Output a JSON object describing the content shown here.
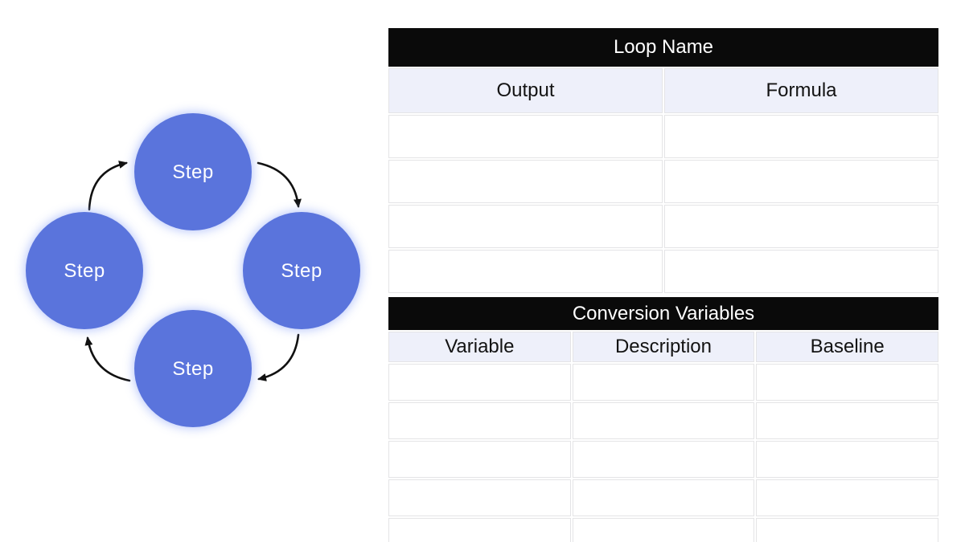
{
  "page": {
    "background": "#ffffff"
  },
  "diagram": {
    "steps": [
      "Step",
      "Step",
      "Step",
      "Step"
    ],
    "node_color": "#5a74dc",
    "glow_color": "#a0b4f8",
    "label_color": "#ffffff",
    "arrow_color": "#111111",
    "flow": "clockwise"
  },
  "tables": [
    {
      "title": "Loop Name",
      "title_bg": "#0a0a0a",
      "title_color": "#ffffff",
      "header_bg": "#eef0fa",
      "columns": [
        "Output",
        "Formula"
      ],
      "rows": [
        [
          "",
          ""
        ],
        [
          "",
          ""
        ],
        [
          "",
          ""
        ],
        [
          "",
          ""
        ]
      ]
    },
    {
      "title": "Conversion Variables",
      "title_bg": "#0a0a0a",
      "title_color": "#ffffff",
      "header_bg": "#eef0fa",
      "columns": [
        "Variable",
        "Description",
        "Baseline"
      ],
      "rows": [
        [
          "",
          "",
          ""
        ],
        [
          "",
          "",
          ""
        ],
        [
          "",
          "",
          ""
        ],
        [
          "",
          "",
          ""
        ],
        [
          "",
          "",
          ""
        ]
      ]
    }
  ]
}
